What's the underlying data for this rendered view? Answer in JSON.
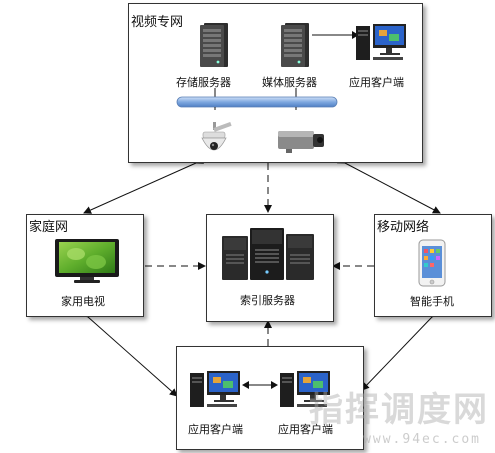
{
  "private_network": {
    "title": "视频专网",
    "storage_server_label": "存储服务器",
    "media_server_label": "媒体服务器",
    "client_label": "应用客户端"
  },
  "home_network": {
    "title": "家庭网",
    "tv_label": "家用电视"
  },
  "index_server": {
    "label": "索引服务器"
  },
  "mobile_network": {
    "title": "移动网络",
    "phone_label": "智能手机"
  },
  "client_network": {
    "client_a_label": "应用客户端",
    "client_b_label": "应用客户端"
  },
  "watermark": {
    "text": "指挥调度网",
    "url": "www.94ec.com"
  },
  "colors": {
    "bus": "#7fa8e0",
    "box_border": "#333333",
    "tv_screen": "#6fbf3a"
  }
}
